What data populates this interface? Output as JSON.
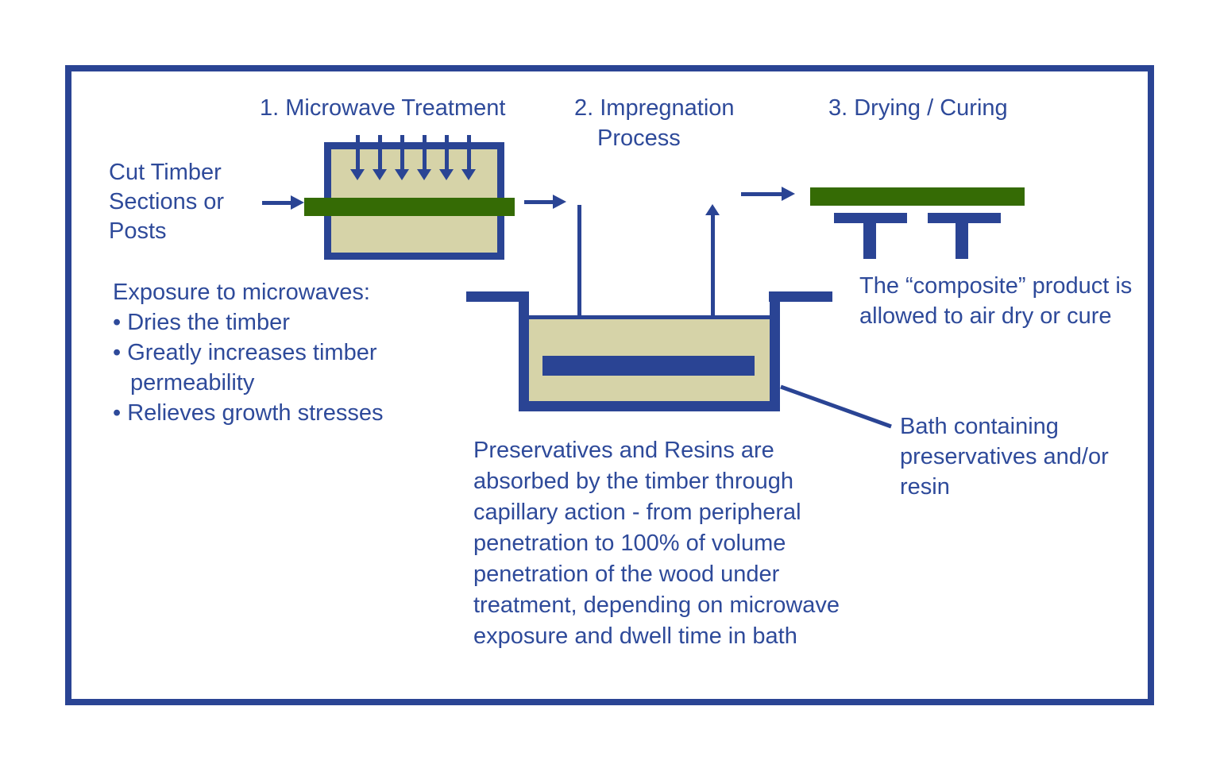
{
  "diagram": {
    "stage1": {
      "title": "1. Microwave Treatment"
    },
    "stage2": {
      "title_line1": "2. Impregnation",
      "title_line2": "Process"
    },
    "stage3": {
      "title": "3. Drying / Curing"
    },
    "labels": {
      "cut_timber": "Cut Timber\nSections or\nPosts",
      "exposure_heading": "Exposure to microwaves:",
      "exposure_bullets": [
        "• Dries the timber",
        "• Greatly increases timber permeability",
        "• Relieves growth stresses"
      ],
      "absorption_paragraph": "Preservatives and Resins are absorbed by the timber through capillary action - from peripheral penetration to 100% of volume penetration of the wood under treatment, depending on microwave exposure and dwell time in bath",
      "composite_product": "The “composite” product is allowed to air dry or cure",
      "bath_callout": "Bath containing preservatives and/or resin"
    },
    "colors": {
      "outline_blue": "#2a4494",
      "text_blue": "#2e4a9a",
      "timber_green": "#356b05",
      "chamber_tan": "#d6d3a8"
    }
  }
}
